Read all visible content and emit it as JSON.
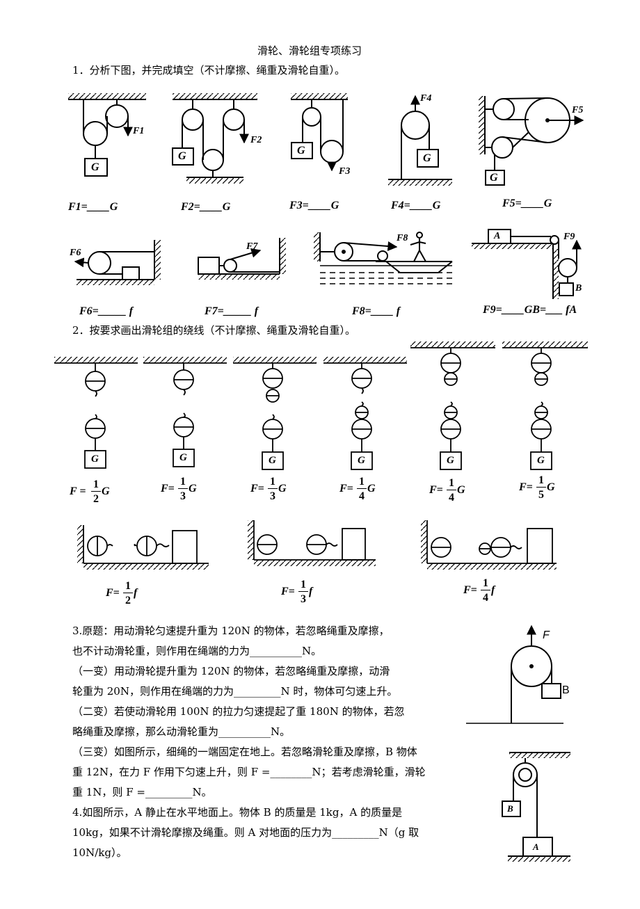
{
  "title": "滑轮、滑轮组专项练习",
  "q1": {
    "heading": "1．分析下图，并完成填空（不计摩擦、绳重及滑轮自重）。",
    "fig_labels": {
      "f1": "F1",
      "f2": "F2",
      "f3": "F3",
      "f4": "F4",
      "f5": "F5",
      "f6": "F6",
      "f7": "F7",
      "f8": "F8",
      "f9": "F9",
      "g": "G",
      "a": "A",
      "b": "B"
    },
    "answers": [
      "F1=____G",
      "F2=____G",
      "F3=____G",
      "F4=____G",
      "F5=____G",
      "F6=_____ f",
      "F7=_____ f",
      "F8=____ f",
      "F9=____GB=___ fA"
    ]
  },
  "q2": {
    "heading": "2．按要求画出滑轮组的绕线（不计摩擦、绳重及滑轮自重）。",
    "g_label": "G",
    "vertical": [
      {
        "lhs": "F =",
        "num": "1",
        "den": "2",
        "rhs": "G"
      },
      {
        "lhs": "F=",
        "num": "1",
        "den": "3",
        "rhs": "G"
      },
      {
        "lhs": "F=",
        "num": "1",
        "den": "3",
        "rhs": "G"
      },
      {
        "lhs": "F=",
        "num": "1",
        "den": "4",
        "rhs": "G"
      },
      {
        "lhs": "F=",
        "num": "1",
        "den": "4",
        "rhs": "G"
      },
      {
        "lhs": "F=",
        "num": "1",
        "den": "5",
        "rhs": "G"
      }
    ],
    "horizontal": [
      {
        "lhs": "F=",
        "num": "1",
        "den": "2",
        "rhs": "f"
      },
      {
        "lhs": "F=",
        "num": "1",
        "den": "3",
        "rhs": "f"
      },
      {
        "lhs": "F=",
        "num": "1",
        "den": "4",
        "rhs": "f"
      }
    ]
  },
  "q3": {
    "line1": "3.原题：用动滑轮匀速提升重为 120N 的物体，若忽略绳重及摩擦，",
    "line2": "也不计动滑轮重，则作用在绳端的力为__________N。",
    "line3": "（一变）用动滑轮提升重为 120N 的物体，若忽略绳重及摩擦，动滑",
    "line4": "轮重为 20N，则作用在绳端的力为_________N 时，物体可匀速上升。",
    "line5": "（二变）若使动滑轮用 100N 的拉力匀速提起了重 180N 的物体，若忽",
    "line6": "略绳重及摩擦，那么动滑轮重为__________N。",
    "line7": "（三变）如图所示，细绳的一端固定在地上。若忽略滑轮重及摩擦，B 物体",
    "line8": "重 12N，在力 F 作用下匀速上升，则 F =________N；若考虑滑轮重，滑轮",
    "line9": "重 1N，则 F =_________N。",
    "fig_f": "F",
    "fig_b": "B"
  },
  "q4": {
    "line1": "4.如图所示，A 静止在水平地面上。物体 B 的质量是 1kg，A 的质量是",
    "line2": "10kg，如果不计滑轮摩擦及绳重。则 A 对地面的压力为_________N（g 取",
    "line3": "10N/kg）。",
    "fig_a": "A",
    "fig_b": "B"
  }
}
